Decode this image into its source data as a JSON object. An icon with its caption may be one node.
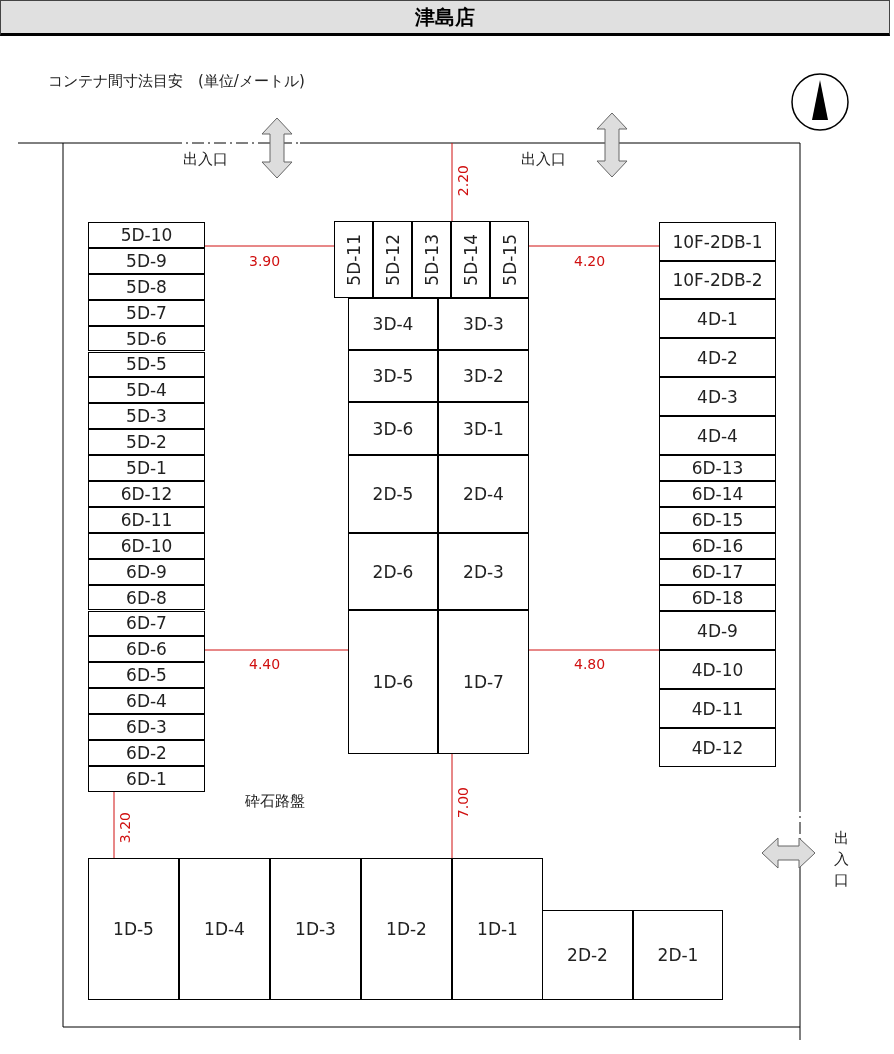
{
  "diagram": {
    "title": "津島店",
    "nodes": [
      {
        "text": [
          "5D-10"
        ]
      },
      {
        "text": [
          "5D-9"
        ]
      },
      {
        "text": [
          "5D-8"
        ]
      },
      {
        "text": [
          "5D-7"
        ]
      },
      {
        "text": [
          "5D-6"
        ]
      },
      {
        "text": [
          "5D-5"
        ]
      },
      {
        "text": [
          "5D-4"
        ]
      },
      {
        "text": [
          "5D-3"
        ]
      },
      {
        "text": [
          "5D-2"
        ]
      },
      {
        "text": [
          "5D-1"
        ]
      },
      {
        "text": [
          "6D-12"
        ]
      },
      {
        "text": [
          "6D-11"
        ]
      },
      {
        "text": [
          "6D-10"
        ]
      },
      {
        "text": [
          "6D-9"
        ]
      },
      {
        "text": [
          "6D-8"
        ]
      },
      {
        "text": [
          "6D-7"
        ]
      },
      {
        "text": [
          "6D-6"
        ]
      },
      {
        "text": [
          "6D-5"
        ]
      },
      {
        "text": [
          "6D-4"
        ]
      },
      {
        "text": [
          "6D-3"
        ]
      },
      {
        "text": [
          "6D-2"
        ]
      },
      {
        "text": [
          "6D-1"
        ]
      },
      {
        "text": [
          "5D-11"
        ]
      },
      {
        "text": [
          "5D-12"
        ]
      },
      {
        "text": [
          "5D-13"
        ]
      },
      {
        "text": [
          "5D-14"
        ]
      },
      {
        "text": [
          "5D-15"
        ]
      },
      {
        "text": [
          "3D-4"
        ]
      },
      {
        "text": [
          "3D-3"
        ]
      },
      {
        "text": [
          "3D-5"
        ]
      },
      {
        "text": [
          "3D-2"
        ]
      },
      {
        "text": [
          "3D-6"
        ]
      },
      {
        "text": [
          "3D-1"
        ]
      },
      {
        "text": [
          "2D-5"
        ]
      },
      {
        "text": [
          "2D-4"
        ]
      },
      {
        "text": [
          "2D-6"
        ]
      },
      {
        "text": [
          "2D-3"
        ]
      },
      {
        "text": [
          "1D-6"
        ]
      },
      {
        "text": [
          "1D-7"
        ]
      },
      {
        "text": [
          "10F-2DB-1"
        ]
      },
      {
        "text": [
          "10F-2DB-2"
        ]
      },
      {
        "text": [
          "4D-1"
        ]
      },
      {
        "text": [
          "4D-2"
        ]
      },
      {
        "text": [
          "4D-3"
        ]
      },
      {
        "text": [
          "4D-4"
        ]
      },
      {
        "text": [
          "6D-13"
        ]
      },
      {
        "text": [
          "6D-14"
        ]
      },
      {
        "text": [
          "6D-15"
        ]
      },
      {
        "text": [
          "6D-16"
        ]
      },
      {
        "text": [
          "6D-17"
        ]
      },
      {
        "text": [
          "6D-18"
        ]
      },
      {
        "text": [
          "4D-9"
        ]
      },
      {
        "text": [
          "4D-10"
        ]
      },
      {
        "text": [
          "4D-11"
        ]
      },
      {
        "text": [
          "4D-12"
        ]
      },
      {
        "text": [
          "1D-5"
        ]
      },
      {
        "text": [
          "1D-4"
        ]
      },
      {
        "text": [
          "1D-3"
        ]
      },
      {
        "text": [
          "1D-2"
        ]
      },
      {
        "text": [
          "1D-1"
        ]
      },
      {
        "text": [
          "2D-2"
        ]
      },
      {
        "text": [
          "2D-1"
        ]
      }
    ],
    "edges": [],
    "labels": [
      "コンテナ間寸法目安　(単位/メートル)",
      "出入口",
      "出入口",
      "2.20",
      "3.90",
      "4.20",
      "4.40",
      "4.80",
      "砕石路盤",
      "3.20",
      "7.00",
      "出入口"
    ]
  }
}
